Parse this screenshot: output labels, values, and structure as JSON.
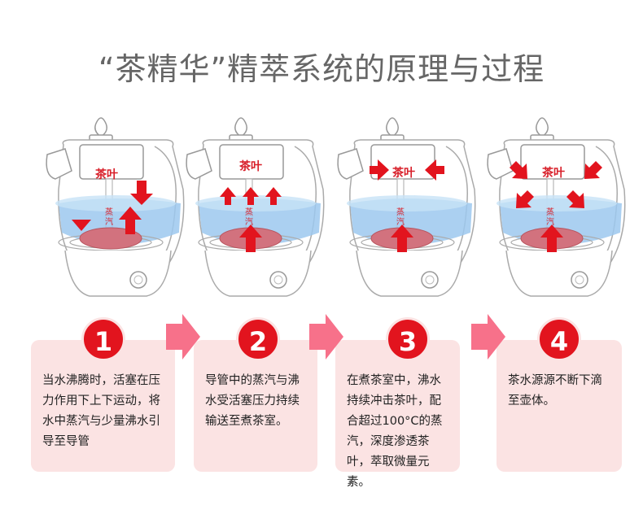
{
  "title": "“茶精华”精萃系统的原理与过程",
  "kettles": [
    {
      "tea_label": "茶叶",
      "steam_label": "蒸汽"
    },
    {
      "tea_label": "茶叶",
      "steam_label": "蒸汽"
    },
    {
      "tea_label": "茶叶",
      "steam_label": "蒸汽"
    },
    {
      "tea_label": "茶叶",
      "steam_label": "蒸汽"
    }
  ],
  "steps": [
    {
      "number": "1",
      "text": "当水沸腾时，活塞在压力作用下上下运动，将水中蒸汽与少量沸水引导至导管"
    },
    {
      "number": "2",
      "text": "导管中的蒸汽与沸水受活塞压力持续输送至煮茶室。"
    },
    {
      "number": "3",
      "text": "在煮茶室中，沸水持续冲击茶叶，配合超过100°C的蒸汽，深度渗透茶叶，萃取微量元素。"
    },
    {
      "number": "4",
      "text": "茶水源源不断下滴至壶体。"
    }
  ],
  "colors": {
    "accent": "#e2141e",
    "card": "#fbe3e3",
    "chevron": "#f7718a",
    "water": "#9cc8ee"
  }
}
